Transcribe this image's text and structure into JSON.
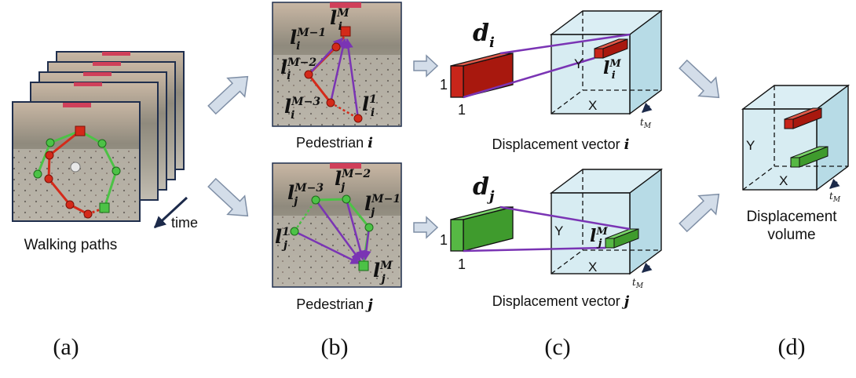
{
  "colors": {
    "red_path": "#d42a1a",
    "green_path": "#4cc246",
    "purple_arrow": "#7a34b4",
    "volume_fill": "#c9e6ee",
    "block_arrow_fill": "#d3dde9",
    "block_arrow_stroke": "#7f8fa6"
  },
  "panel_a": {
    "caption": "Walking paths",
    "time_label": "time",
    "label": "(a)"
  },
  "panel_b": {
    "top": {
      "caption_text": "Pedestrian ",
      "caption_var": "i",
      "points": {
        "top": {
          "main": "l",
          "sub": "i",
          "sup": "M"
        },
        "m1": {
          "main": "l",
          "sub": "i",
          "sup": "M−1"
        },
        "m2": {
          "main": "l",
          "sub": "i",
          "sup": "M−2"
        },
        "m3": {
          "main": "l",
          "sub": "i",
          "sup": "M−3"
        },
        "one": {
          "main": "l",
          "sub": "i",
          "sup": "1"
        }
      }
    },
    "bottom": {
      "caption_text": "Pedestrian ",
      "caption_var": "j",
      "points": {
        "m3": {
          "main": "l",
          "sub": "j",
          "sup": "M−3"
        },
        "m2": {
          "main": "l",
          "sub": "j",
          "sup": "M−2"
        },
        "m1": {
          "main": "l",
          "sub": "j",
          "sup": "M−1"
        },
        "one": {
          "main": "l",
          "sub": "j",
          "sup": "1"
        },
        "last": {
          "main": "l",
          "sub": "j",
          "sup": "M"
        }
      }
    },
    "label": "(b)"
  },
  "panel_c": {
    "top": {
      "d_main": "d",
      "d_sub": "i",
      "dim1": "1",
      "dim2": "1",
      "axis_y": "Y",
      "axis_x": "X",
      "t_main": "t",
      "t_sub": "M",
      "l_main": "l",
      "l_sub": "i",
      "l_sup": "M",
      "caption_text": "Displacement vector ",
      "caption_var": "i"
    },
    "bottom": {
      "d_main": "d",
      "d_sub": "j",
      "dim1": "1",
      "dim2": "1",
      "axis_y": "Y",
      "axis_x": "X",
      "t_main": "t",
      "t_sub": "M",
      "l_main": "l",
      "l_sub": "j",
      "l_sup": "M",
      "caption_text": "Displacement vector ",
      "caption_var": "j"
    },
    "label": "(c)"
  },
  "panel_d": {
    "axis_y": "Y",
    "axis_x": "X",
    "t_main": "t",
    "t_sub": "M",
    "caption_line1": "Displacement",
    "caption_line2": "volume",
    "label": "(d)"
  }
}
